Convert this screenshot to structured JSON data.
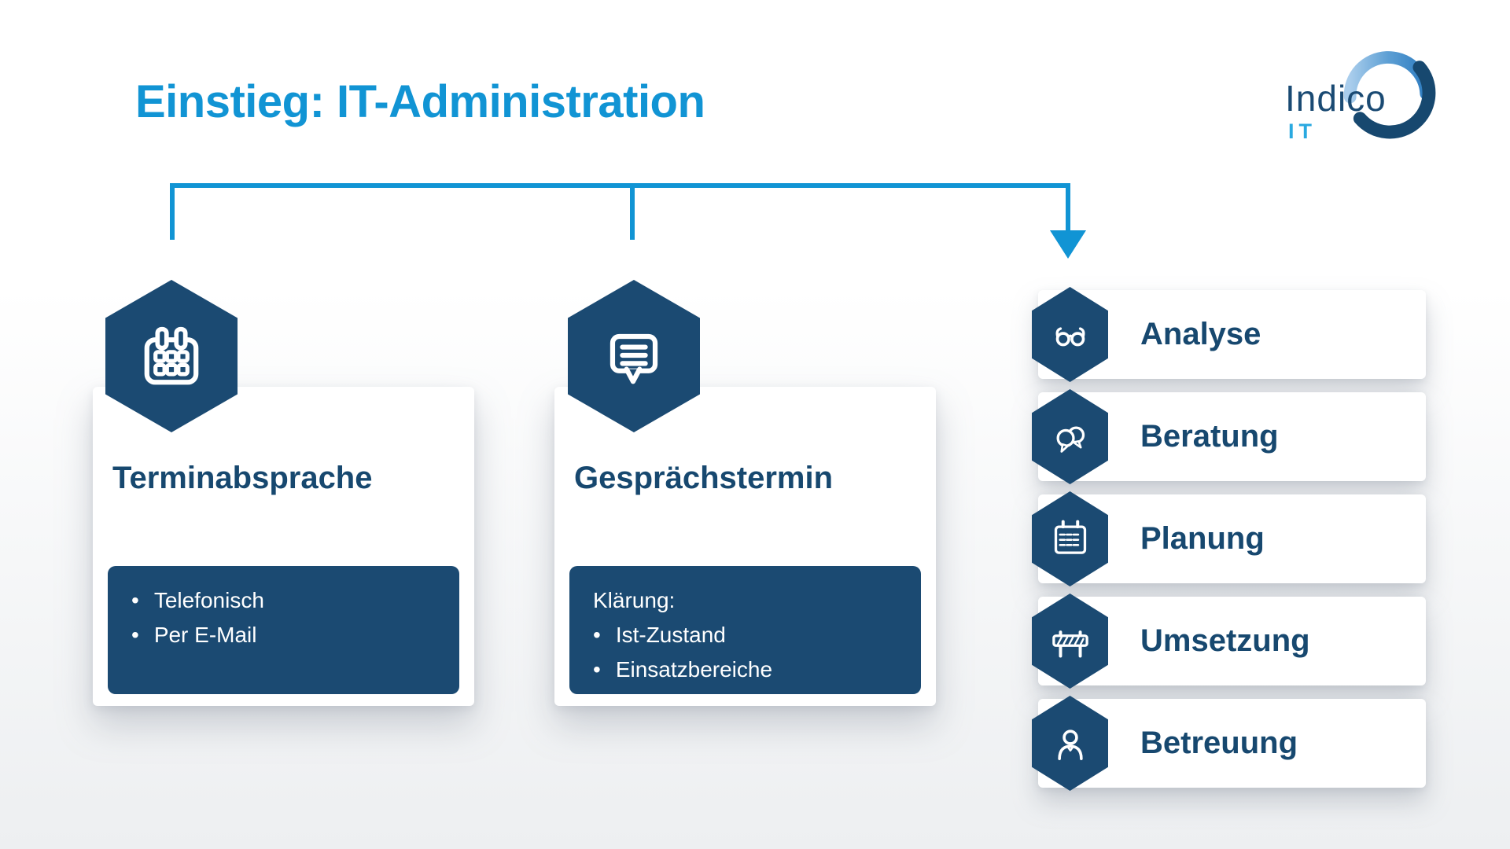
{
  "slide": {
    "title": "Einstieg: IT-Administration"
  },
  "logo": {
    "brand": "Indico",
    "division": "IT"
  },
  "cards": [
    {
      "heading": "Terminabsprache",
      "icon": "calendar-icon",
      "box": {
        "header": "",
        "bullets": [
          "Telefonisch",
          "Per E-Mail"
        ]
      }
    },
    {
      "heading": "Gesprächstermin",
      "icon": "speech-bubble-icon",
      "box": {
        "header": "Klärung:",
        "bullets": [
          "Ist-Zustand",
          "Einsatzbereiche"
        ]
      }
    }
  ],
  "steps": [
    {
      "label": "Analyse",
      "icon": "glasses-icon"
    },
    {
      "label": "Beratung",
      "icon": "chat-bubbles-icon"
    },
    {
      "label": "Planung",
      "icon": "calendar-grid-icon"
    },
    {
      "label": "Umsetzung",
      "icon": "barrier-icon"
    },
    {
      "label": "Betreuung",
      "icon": "person-icon"
    }
  ],
  "colors": {
    "accent_blue": "#1194d4",
    "navy": "#1b4a72",
    "heading_text": "#17486f",
    "logo_light_blue": "#2aa9e0"
  }
}
